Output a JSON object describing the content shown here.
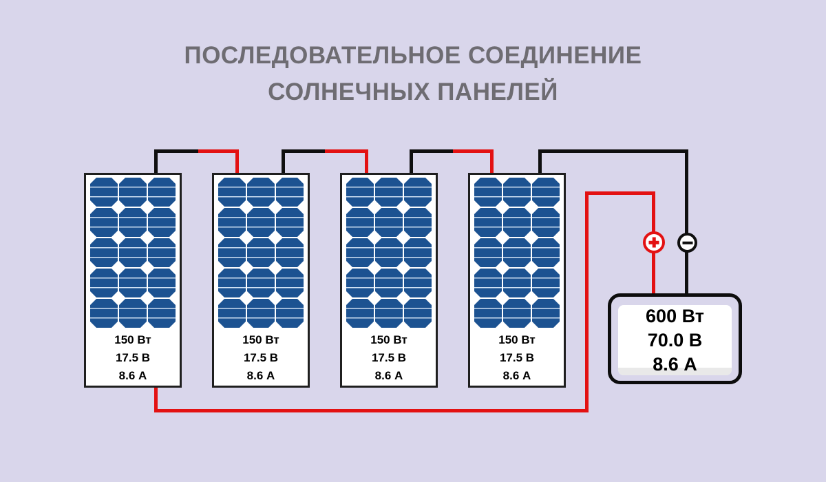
{
  "title": {
    "line1": "ПОСЛЕДОВАТЕЛЬНОЕ СОЕДИНЕНИЕ",
    "line2": "СОЛНЕЧНЫХ ПАНЕЛЕЙ"
  },
  "panels": [
    {
      "power": "150 Вт",
      "voltage": "17.5 В",
      "current": "8.6 А"
    },
    {
      "power": "150 Вт",
      "voltage": "17.5 В",
      "current": "8.6 А"
    },
    {
      "power": "150 Вт",
      "voltage": "17.5 В",
      "current": "8.6 А"
    },
    {
      "power": "150 Вт",
      "voltage": "17.5 В",
      "current": "8.6 А"
    }
  ],
  "load": {
    "power": "600 Вт",
    "voltage": "70.0 В",
    "current": "8.6 А"
  },
  "terminals": {
    "positive_symbol": "+",
    "negative_symbol": "−"
  },
  "colors": {
    "background": "#d9d6eb",
    "title_text": "#6e6c72",
    "wire_positive_red": "#e31112",
    "wire_negative_black": "#0f0f0f",
    "solar_cell_blue": "#1c5291",
    "panel_background": "#ffffff",
    "load_shade_gray": "#e9e9e9"
  }
}
